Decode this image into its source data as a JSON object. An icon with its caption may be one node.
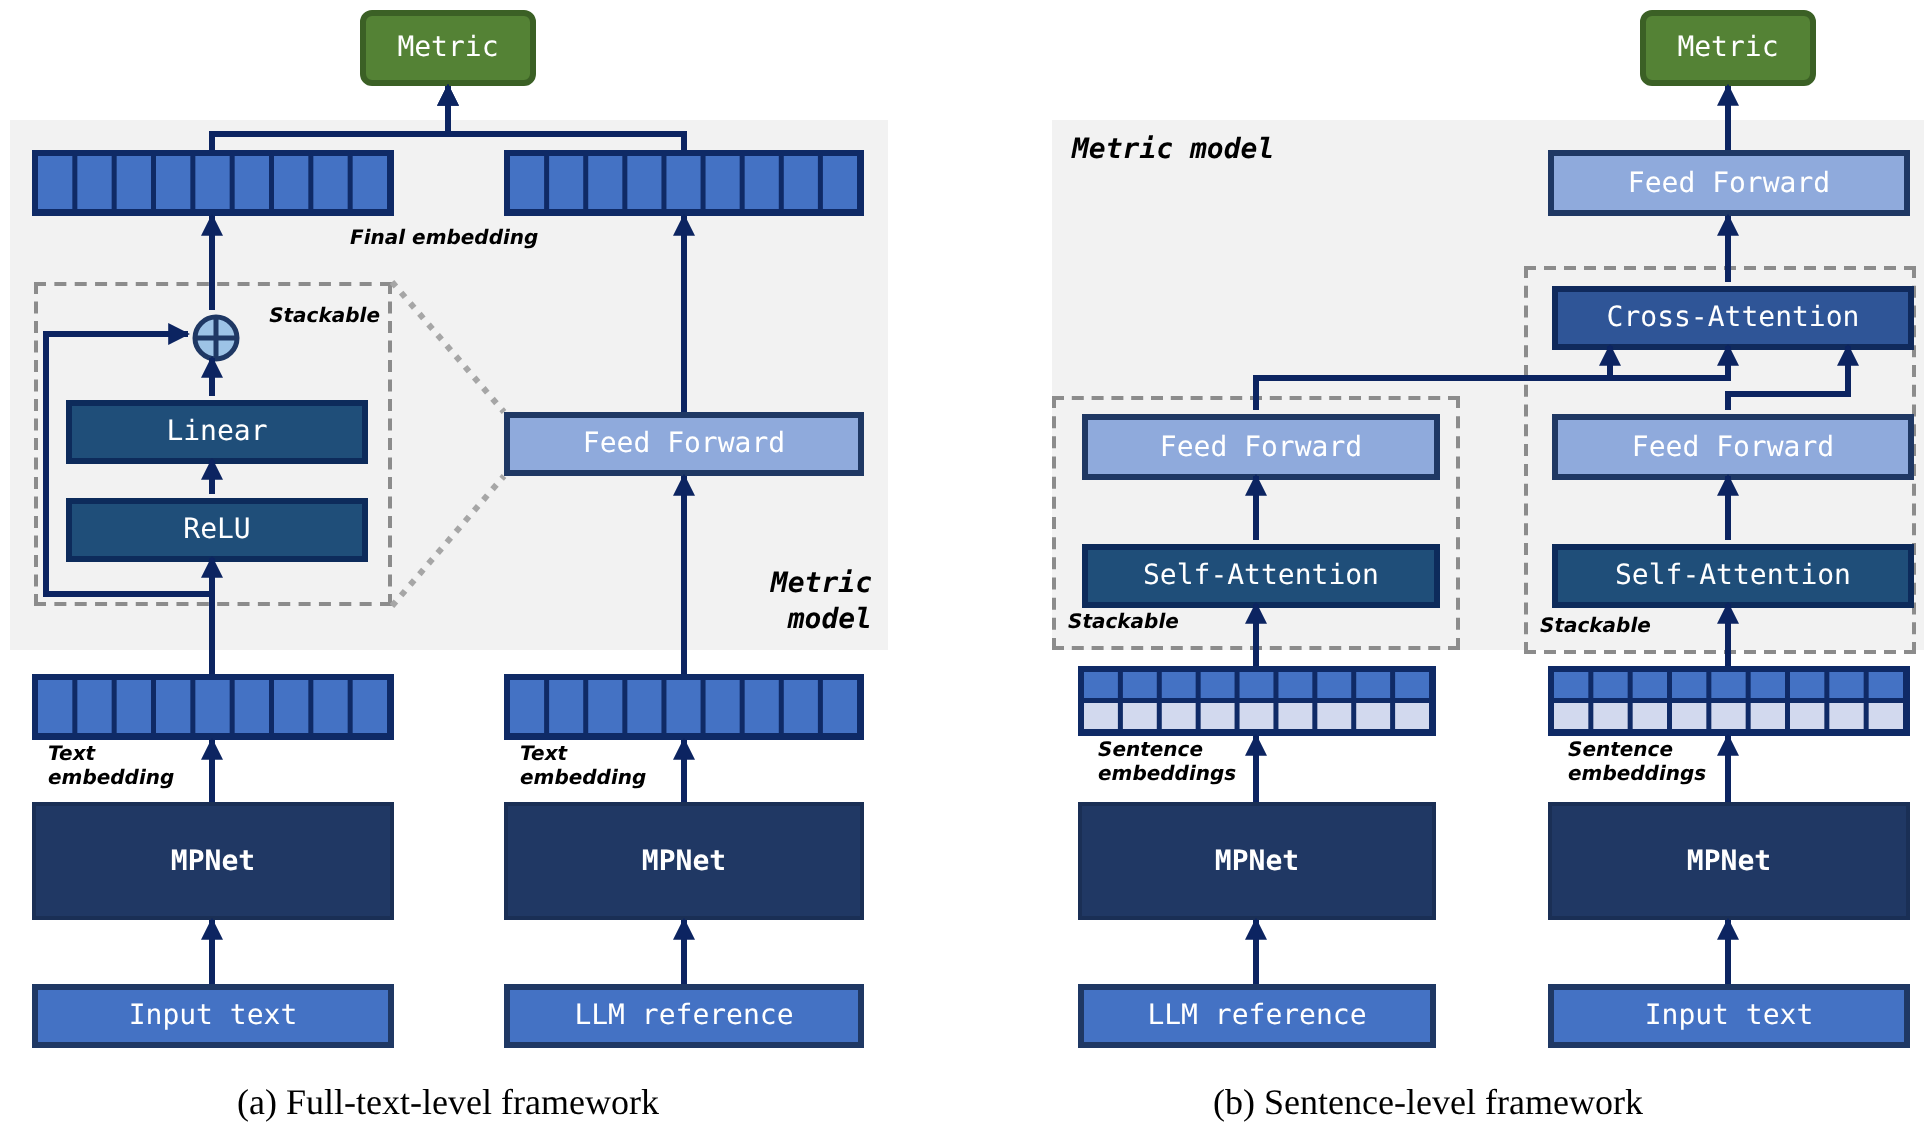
{
  "diagram": {
    "nodes": [
      {
        "text": [
          "Metric"
        ]
      },
      {
        "text": [
          "Metric model"
        ]
      },
      {
        "text": [],
        "shape": "bar",
        "in": 1
      },
      {
        "text": [],
        "shape": "bar",
        "in": 1
      },
      {
        "text": [
          "Stackable"
        ],
        "in": 1
      },
      {
        "text": [],
        "shape": "circle",
        "in": 4
      },
      {
        "text": [
          "Linear"
        ],
        "in": 4
      },
      {
        "text": [
          "ReLU"
        ],
        "in": 4
      },
      {
        "text": [
          "Feed Forward"
        ],
        "in": 1
      },
      {
        "text": [],
        "shape": "bar",
        "beside": [
          "Text embedding"
        ]
      },
      {
        "text": [],
        "shape": "bar",
        "beside": [
          "Text embedding"
        ]
      },
      {
        "text": [
          "MPNet"
        ]
      },
      {
        "text": [
          "MPNet"
        ]
      },
      {
        "text": [
          "Input text"
        ]
      },
      {
        "text": [
          "LLM reference"
        ]
      },
      {
        "text": [
          "Metric"
        ]
      },
      {
        "text": [
          "Metric model"
        ]
      },
      {
        "text": [
          "Feed Forward"
        ],
        "in": 16
      },
      {
        "text": [
          "Stackable"
        ],
        "in": 16
      },
      {
        "text": [
          "Cross-Attention"
        ],
        "in": 18
      },
      {
        "text": [
          "Stackable"
        ],
        "in": 16
      },
      {
        "text": [
          "Feed Forward"
        ],
        "in": 20
      },
      {
        "text": [
          "Feed Forward"
        ],
        "in": 18
      },
      {
        "text": [
          "Self-Attention"
        ],
        "in": 20
      },
      {
        "text": [
          "Self-Attention"
        ],
        "in": 18
      },
      {
        "text": [],
        "shape": "bar",
        "beside": [
          "Sentence embeddings"
        ]
      },
      {
        "text": [],
        "shape": "bar",
        "beside": [
          "Sentence embeddings"
        ]
      },
      {
        "text": [
          "MPNet"
        ]
      },
      {
        "text": [
          "MPNet"
        ]
      },
      {
        "text": [
          "LLM reference"
        ]
      },
      {
        "text": [
          "Input text"
        ]
      }
    ],
    "edges": [
      {
        "from": 13,
        "to": 11,
        "arrow": "to"
      },
      {
        "from": 11,
        "to": 9,
        "arrow": "to"
      },
      {
        "from": 9,
        "to": 7,
        "arrow": "to"
      },
      {
        "from": 7,
        "to": 6,
        "arrow": "to"
      },
      {
        "from": 6,
        "to": 5,
        "arrow": "to"
      },
      {
        "from": 9,
        "to": 5,
        "arrow": "to"
      },
      {
        "from": 5,
        "to": 2,
        "arrow": "to"
      },
      {
        "from": 14,
        "to": 12,
        "arrow": "to"
      },
      {
        "from": 12,
        "to": 10,
        "arrow": "to"
      },
      {
        "from": 10,
        "to": 8,
        "arrow": "to"
      },
      {
        "from": 8,
        "to": 3,
        "arrow": "to"
      },
      {
        "from": 2,
        "to": 0,
        "arrow": "to"
      },
      {
        "from": 3,
        "to": 0,
        "arrow": "to"
      },
      {
        "from": 4,
        "to": 8,
        "arrow": "none",
        "style": "dashed",
        "color": "#a6a6a6"
      },
      {
        "from": 4,
        "to": 8,
        "arrow": "none",
        "style": "dashed",
        "color": "#a6a6a6"
      },
      {
        "from": 29,
        "to": 27,
        "arrow": "to"
      },
      {
        "from": 27,
        "to": 25,
        "arrow": "to"
      },
      {
        "from": 25,
        "to": 23,
        "arrow": "to"
      },
      {
        "from": 23,
        "to": 21,
        "arrow": "to"
      },
      {
        "from": 21,
        "to": 19,
        "arrow": "to"
      },
      {
        "from": 21,
        "to": 19,
        "arrow": "to"
      },
      {
        "from": 22,
        "to": 19,
        "arrow": "to"
      },
      {
        "from": 19,
        "to": 17,
        "arrow": "to"
      },
      {
        "from": 17,
        "to": 15,
        "arrow": "to"
      },
      {
        "from": 30,
        "to": 28,
        "arrow": "to"
      },
      {
        "from": 28,
        "to": 26,
        "arrow": "to"
      },
      {
        "from": 26,
        "to": 24,
        "arrow": "to"
      },
      {
        "from": 24,
        "to": 22,
        "arrow": "to"
      }
    ],
    "labels": [
      "Final embedding",
      "(a) Full-text-level framework",
      "(b) Sentence-level framework"
    ]
  }
}
